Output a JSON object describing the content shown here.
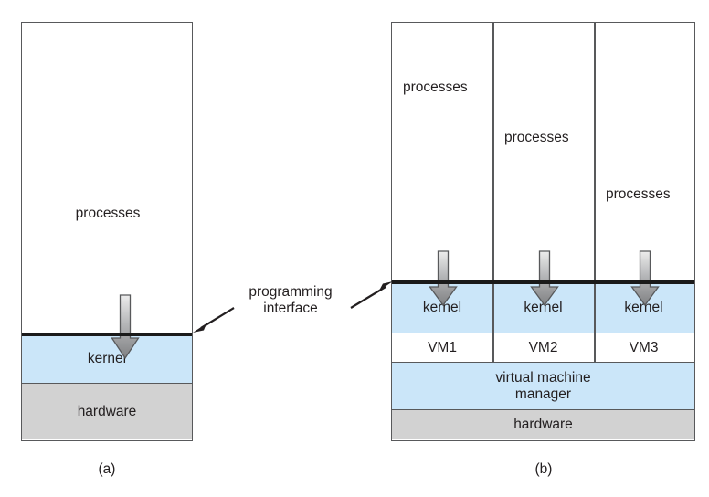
{
  "figure": {
    "background": "#ffffff",
    "ink": "#231f20",
    "stroke": "#58595b",
    "blue": "#cbe6f9",
    "gray": "#d2d2d2",
    "rule": "#1a1a1a",
    "arrow_light": "#e8e8e8",
    "arrow_dark": "#6d6e71"
  },
  "connector": {
    "line1": "programming",
    "line2": "interface",
    "arrow_left_name": "arrow-to-panel-a",
    "arrow_right_name": "arrow-to-panel-b"
  },
  "panel_a": {
    "caption": "(a)",
    "processes_label": "processes",
    "kernel_label": "kernel",
    "hardware_label": "hardware",
    "arrow_name": "syscall-arrow"
  },
  "panel_b": {
    "caption": "(b)",
    "columns": [
      {
        "processes_label": "processes",
        "kernel_label": "kernel",
        "vm_label": "VM1"
      },
      {
        "processes_label": "processes",
        "kernel_label": "kernel",
        "vm_label": "VM2"
      },
      {
        "processes_label": "processes",
        "kernel_label": "kernel",
        "vm_label": "VM3"
      }
    ],
    "vmm_line1": "virtual machine",
    "vmm_line2": "manager",
    "hardware_label": "hardware"
  }
}
